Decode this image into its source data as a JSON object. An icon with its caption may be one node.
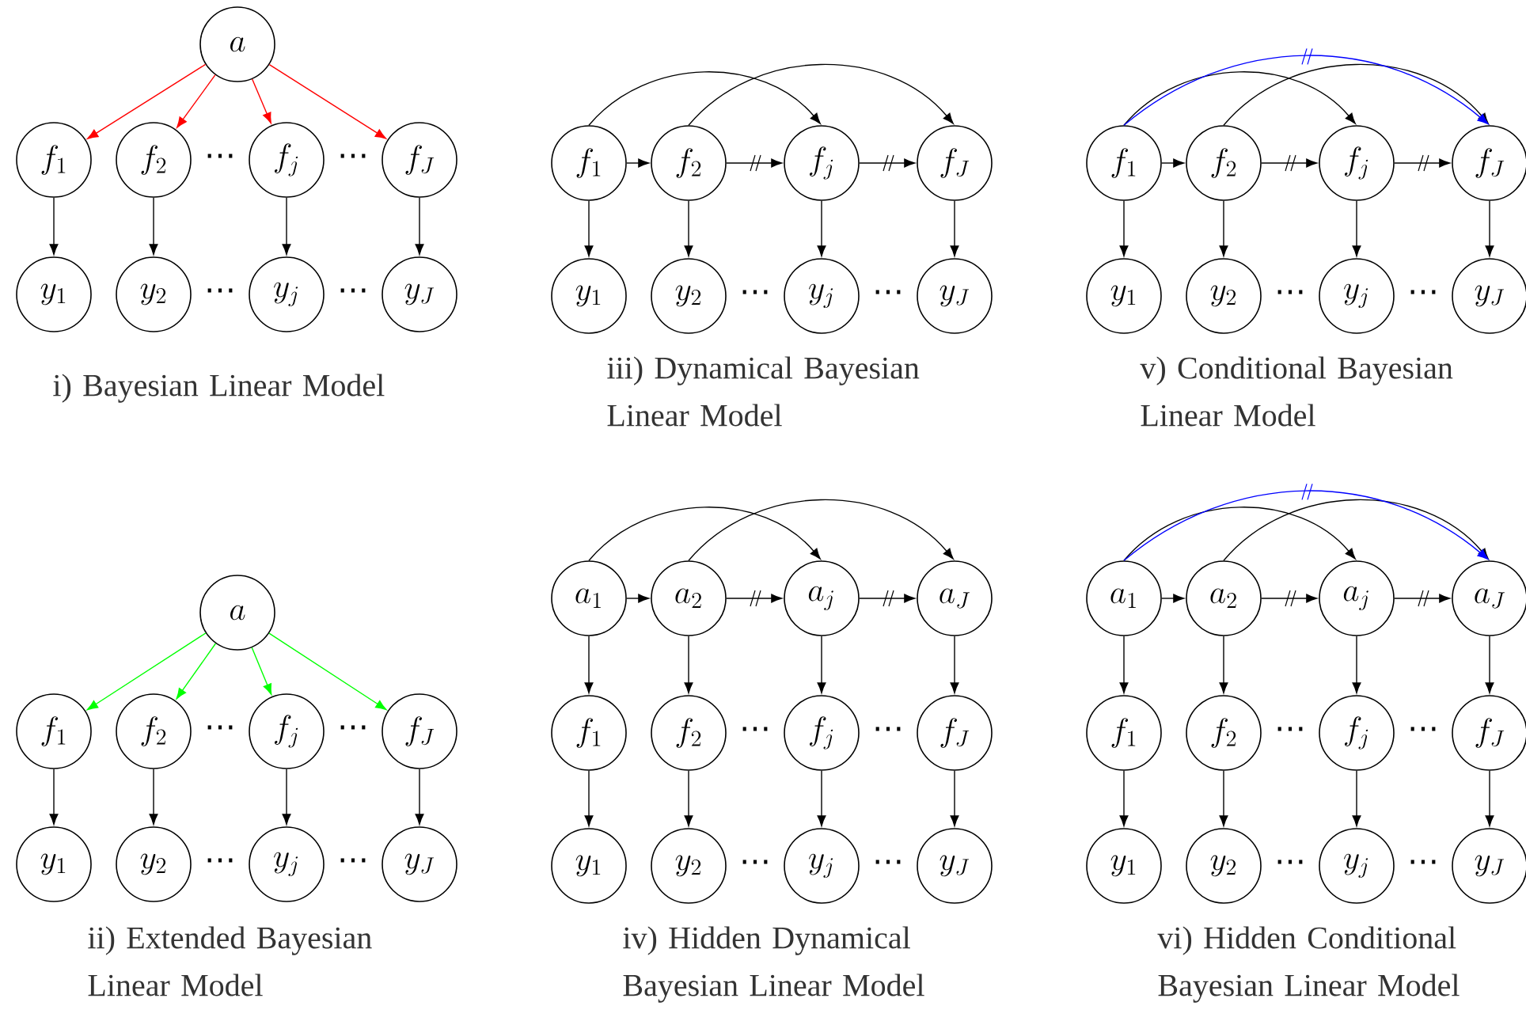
{
  "diagram": {
    "nodes": [
      {
        "text": [
          "a"
        ]
      },
      {
        "text": [
          "f_1"
        ]
      },
      {
        "text": [
          "f_2"
        ]
      },
      {
        "text": [
          "f_j"
        ]
      },
      {
        "text": [
          "f_J"
        ]
      },
      {
        "text": [
          "y_1"
        ]
      },
      {
        "text": [
          "y_2"
        ]
      },
      {
        "text": [
          "y_j"
        ]
      },
      {
        "text": [
          "y_J"
        ]
      },
      {
        "text": [
          "f_1"
        ]
      },
      {
        "text": [
          "f_2"
        ]
      },
      {
        "text": [
          "f_j"
        ]
      },
      {
        "text": [
          "f_J"
        ]
      },
      {
        "text": [
          "y_1"
        ]
      },
      {
        "text": [
          "y_2"
        ]
      },
      {
        "text": [
          "y_j"
        ]
      },
      {
        "text": [
          "y_J"
        ]
      },
      {
        "text": [
          "f_1"
        ]
      },
      {
        "text": [
          "f_2"
        ]
      },
      {
        "text": [
          "f_j"
        ]
      },
      {
        "text": [
          "f_J"
        ]
      },
      {
        "text": [
          "y_1"
        ]
      },
      {
        "text": [
          "y_2"
        ]
      },
      {
        "text": [
          "y_j"
        ]
      },
      {
        "text": [
          "y_J"
        ]
      },
      {
        "text": [
          "a"
        ]
      },
      {
        "text": [
          "f_1"
        ]
      },
      {
        "text": [
          "f_2"
        ]
      },
      {
        "text": [
          "f_j"
        ]
      },
      {
        "text": [
          "f_J"
        ]
      },
      {
        "text": [
          "y_1"
        ]
      },
      {
        "text": [
          "y_2"
        ]
      },
      {
        "text": [
          "y_j"
        ]
      },
      {
        "text": [
          "y_J"
        ]
      },
      {
        "text": [
          "a_1"
        ]
      },
      {
        "text": [
          "a_2"
        ]
      },
      {
        "text": [
          "a_j"
        ]
      },
      {
        "text": [
          "a_J"
        ]
      },
      {
        "text": [
          "f_1"
        ]
      },
      {
        "text": [
          "f_2"
        ]
      },
      {
        "text": [
          "f_j"
        ]
      },
      {
        "text": [
          "f_J"
        ]
      },
      {
        "text": [
          "y_1"
        ]
      },
      {
        "text": [
          "y_2"
        ]
      },
      {
        "text": [
          "y_j"
        ]
      },
      {
        "text": [
          "y_J"
        ]
      },
      {
        "text": [
          "a_1"
        ]
      },
      {
        "text": [
          "a_2"
        ]
      },
      {
        "text": [
          "a_j"
        ]
      },
      {
        "text": [
          "a_J"
        ]
      },
      {
        "text": [
          "f_1"
        ]
      },
      {
        "text": [
          "f_2"
        ]
      },
      {
        "text": [
          "f_j"
        ]
      },
      {
        "text": [
          "f_J"
        ]
      },
      {
        "text": [
          "y_1"
        ]
      },
      {
        "text": [
          "y_2"
        ]
      },
      {
        "text": [
          "y_j"
        ]
      },
      {
        "text": [
          "y_J"
        ]
      }
    ],
    "edges": [
      {
        "from": 0,
        "to": 1,
        "arrow": "to",
        "color": "#ff0000"
      },
      {
        "from": 0,
        "to": 2,
        "arrow": "to",
        "color": "#ff0000"
      },
      {
        "from": 0,
        "to": 3,
        "arrow": "to",
        "color": "#ff0000"
      },
      {
        "from": 0,
        "to": 4,
        "arrow": "to",
        "color": "#ff0000"
      },
      {
        "from": 1,
        "to": 5,
        "arrow": "to"
      },
      {
        "from": 2,
        "to": 6,
        "arrow": "to"
      },
      {
        "from": 3,
        "to": 7,
        "arrow": "to"
      },
      {
        "from": 4,
        "to": 8,
        "arrow": "to"
      },
      {
        "from": 9,
        "to": 10,
        "arrow": "to"
      },
      {
        "from": 10,
        "to": 11,
        "arrow": "to"
      },
      {
        "from": 11,
        "to": 12,
        "arrow": "to"
      },
      {
        "from": 9,
        "to": 11,
        "arrow": "to"
      },
      {
        "from": 10,
        "to": 12,
        "arrow": "to"
      },
      {
        "from": 9,
        "to": 13,
        "arrow": "to"
      },
      {
        "from": 10,
        "to": 14,
        "arrow": "to"
      },
      {
        "from": 11,
        "to": 15,
        "arrow": "to"
      },
      {
        "from": 12,
        "to": 16,
        "arrow": "to"
      },
      {
        "from": 17,
        "to": 18,
        "arrow": "to"
      },
      {
        "from": 18,
        "to": 19,
        "arrow": "to"
      },
      {
        "from": 19,
        "to": 20,
        "arrow": "to"
      },
      {
        "from": 17,
        "to": 19,
        "arrow": "to"
      },
      {
        "from": 18,
        "to": 20,
        "arrow": "to"
      },
      {
        "from": 17,
        "to": 20,
        "arrow": "to",
        "color": "#0000ff"
      },
      {
        "from": 17,
        "to": 21,
        "arrow": "to"
      },
      {
        "from": 18,
        "to": 22,
        "arrow": "to"
      },
      {
        "from": 19,
        "to": 23,
        "arrow": "to"
      },
      {
        "from": 20,
        "to": 24,
        "arrow": "to"
      },
      {
        "from": 25,
        "to": 26,
        "arrow": "to",
        "color": "#00ff00"
      },
      {
        "from": 25,
        "to": 27,
        "arrow": "to",
        "color": "#00ff00"
      },
      {
        "from": 25,
        "to": 28,
        "arrow": "to",
        "color": "#00ff00"
      },
      {
        "from": 25,
        "to": 29,
        "arrow": "to",
        "color": "#00ff00"
      },
      {
        "from": 26,
        "to": 30,
        "arrow": "to"
      },
      {
        "from": 27,
        "to": 31,
        "arrow": "to"
      },
      {
        "from": 28,
        "to": 32,
        "arrow": "to"
      },
      {
        "from": 29,
        "to": 33,
        "arrow": "to"
      },
      {
        "from": 34,
        "to": 35,
        "arrow": "to"
      },
      {
        "from": 35,
        "to": 36,
        "arrow": "to"
      },
      {
        "from": 36,
        "to": 37,
        "arrow": "to"
      },
      {
        "from": 34,
        "to": 36,
        "arrow": "to"
      },
      {
        "from": 35,
        "to": 37,
        "arrow": "to"
      },
      {
        "from": 34,
        "to": 38,
        "arrow": "to"
      },
      {
        "from": 35,
        "to": 39,
        "arrow": "to"
      },
      {
        "from": 36,
        "to": 40,
        "arrow": "to"
      },
      {
        "from": 37,
        "to": 41,
        "arrow": "to"
      },
      {
        "from": 38,
        "to": 42,
        "arrow": "to"
      },
      {
        "from": 39,
        "to": 43,
        "arrow": "to"
      },
      {
        "from": 40,
        "to": 44,
        "arrow": "to"
      },
      {
        "from": 41,
        "to": 45,
        "arrow": "to"
      },
      {
        "from": 46,
        "to": 47,
        "arrow": "to"
      },
      {
        "from": 47,
        "to": 48,
        "arrow": "to"
      },
      {
        "from": 48,
        "to": 49,
        "arrow": "to"
      },
      {
        "from": 46,
        "to": 48,
        "arrow": "to"
      },
      {
        "from": 47,
        "to": 49,
        "arrow": "to"
      },
      {
        "from": 46,
        "to": 49,
        "arrow": "to",
        "color": "#0000ff"
      },
      {
        "from": 46,
        "to": 50,
        "arrow": "to"
      },
      {
        "from": 47,
        "to": 51,
        "arrow": "to"
      },
      {
        "from": 48,
        "to": 52,
        "arrow": "to"
      },
      {
        "from": 49,
        "to": 53,
        "arrow": "to"
      },
      {
        "from": 50,
        "to": 54,
        "arrow": "to"
      },
      {
        "from": 51,
        "to": 55,
        "arrow": "to"
      },
      {
        "from": 52,
        "to": 56,
        "arrow": "to"
      },
      {
        "from": 53,
        "to": 57,
        "arrow": "to"
      }
    ],
    "labels": [
      "⋯",
      "⋯",
      "⋯",
      "⋯",
      "i) Bayesian Linear Model",
      "⋯",
      "⋯",
      "iii) Dynamical Bayesian Linear Model",
      "⋯",
      "⋯",
      "v) Conditional Bayesian Linear Model",
      "⋯",
      "⋯",
      "⋯",
      "⋯",
      "ii) Extended Bayesian Linear Model",
      "⋯",
      "⋯",
      "⋯",
      "⋯",
      "iv) Hidden Dynamical Bayesian Linear Model",
      "⋯",
      "⋯",
      "⋯",
      "⋯",
      "vi) Hidden Conditional Bayesian Linear Model"
    ]
  }
}
